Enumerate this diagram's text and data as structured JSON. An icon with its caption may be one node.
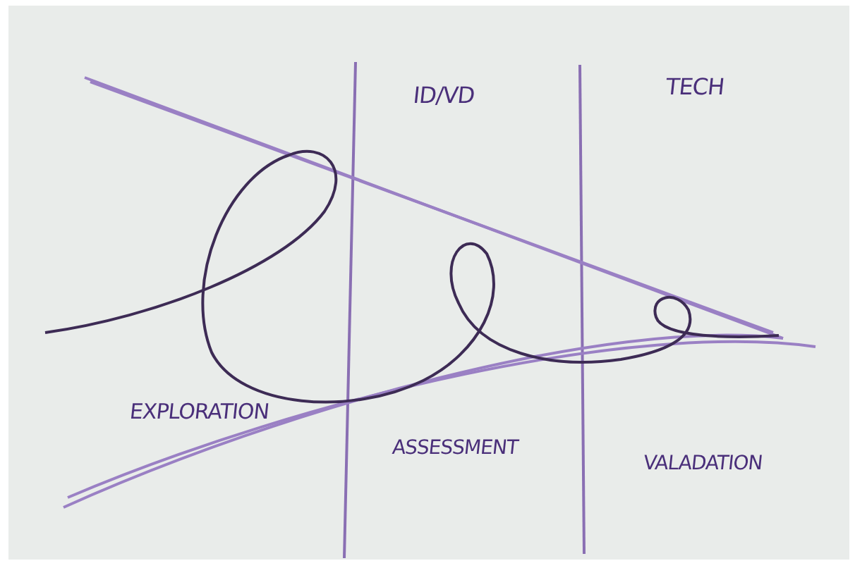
{
  "diagram": {
    "labels": [
      "ID/VD",
      "TECH",
      "EXPLORATION",
      "ASSESSMENT",
      "VALADATION"
    ]
  }
}
